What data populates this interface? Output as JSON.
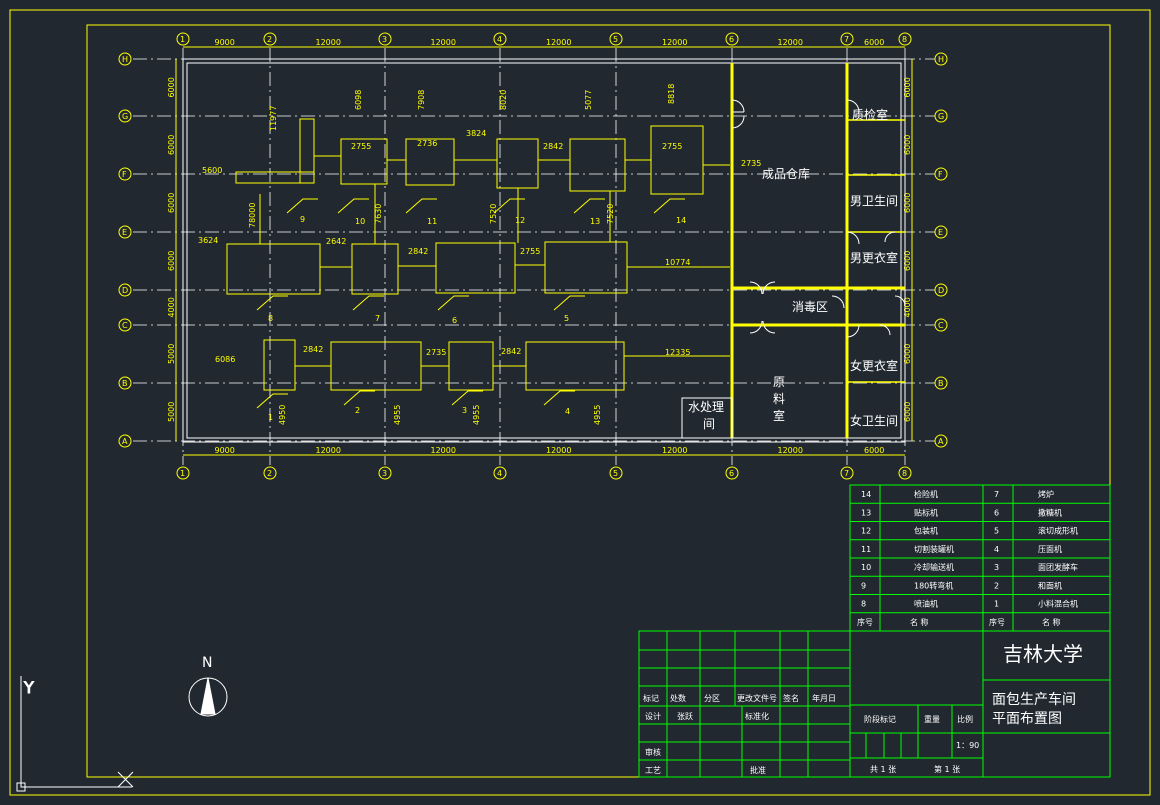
{
  "axes_top": [
    "1",
    "2",
    "3",
    "4",
    "5",
    "6",
    "7",
    "8"
  ],
  "axes_side": [
    "H",
    "G",
    "F",
    "E",
    "D",
    "C",
    "B",
    "A"
  ],
  "dims_top": [
    "9000",
    "12000",
    "12000",
    "12000",
    "12000",
    "12000",
    "6000"
  ],
  "dims_left": [
    "6000",
    "6000",
    "6000",
    "6000",
    "4000",
    "5000",
    "5000"
  ],
  "dims_right": [
    "6000",
    "6000",
    "6000",
    "6000",
    "4000",
    "6000",
    "6000"
  ],
  "rooms": {
    "qc": "质检室",
    "finished_store": "成品仓库",
    "men_toilet": "男卫生间",
    "men_locker": "男更衣室",
    "disinfect": "消毒区",
    "women_locker": "女更衣室",
    "raw1": "原",
    "raw2": "料",
    "raw3": "室",
    "women_toilet": "女卫生间",
    "water1": "水处理",
    "water2": "间"
  },
  "machine_numbers": [
    "1",
    "2",
    "3",
    "4",
    "5",
    "6",
    "7",
    "8",
    "9",
    "10",
    "11",
    "12",
    "13",
    "14"
  ],
  "inner_dims": [
    "11977",
    "6098",
    "7908",
    "8020",
    "5077",
    "8818",
    "2755",
    "2736",
    "3824",
    "2842",
    "2755",
    "5600",
    "78000",
    "7630",
    "7520",
    "7520",
    "2735",
    "3624",
    "2642",
    "2842",
    "2755",
    "10774",
    "6086",
    "2842",
    "2735",
    "2842",
    "12335",
    "4950",
    "4955",
    "4955",
    "4955"
  ],
  "legend": {
    "left": [
      {
        "no": "14",
        "name": "检险机"
      },
      {
        "no": "13",
        "name": "贴标机"
      },
      {
        "no": "12",
        "name": "包装机"
      },
      {
        "no": "11",
        "name": "切割装罐机"
      },
      {
        "no": "10",
        "name": "冷却输送机"
      },
      {
        "no": "9",
        "name": "180转弯机"
      },
      {
        "no": "8",
        "name": "喷油机"
      }
    ],
    "right": [
      {
        "no": "7",
        "name": "烤炉"
      },
      {
        "no": "6",
        "name": "撒糖机"
      },
      {
        "no": "5",
        "name": "滚切成形机"
      },
      {
        "no": "4",
        "name": "压面机"
      },
      {
        "no": "3",
        "name": "面团发酵车"
      },
      {
        "no": "2",
        "name": "和面机"
      },
      {
        "no": "1",
        "name": "小料混合机"
      }
    ],
    "header_no": "序号",
    "header_name": "名  称"
  },
  "title_block": {
    "school": "吉林大学",
    "title1": "面包生产车间",
    "title2": "平面布置图",
    "mark": "标记",
    "count": "处数",
    "zone": "分区",
    "doc": "更改文件号",
    "sign": "签名",
    "date": "年月日",
    "design": "设计",
    "designer": "张跃",
    "standard": "标准化",
    "stage": "阶段标记",
    "weight": "重量",
    "scale_label": "比例",
    "scale": "1：90",
    "review": "审核",
    "process": "工艺",
    "approve": "批准",
    "total": "共 1 张",
    "sheet": "第 1 张"
  },
  "north": "N",
  "ucs_y": "Y"
}
